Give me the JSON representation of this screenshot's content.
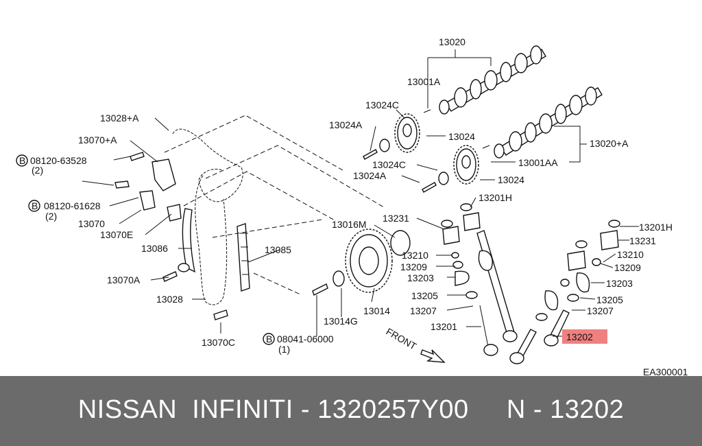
{
  "diagram": {
    "ref_code": "EA300001",
    "front_label": "FRONT",
    "highlight_color": "#f08080",
    "labels": {
      "p13020": "13020",
      "p13001A": "13001A",
      "p13024C_a": "13024C",
      "p13024A_a": "13024A",
      "p13024_a": "13024",
      "p13020A": "13020+A",
      "p13024C_b": "13024C",
      "p13024A_b": "13024A",
      "p13001AA": "13001AA",
      "p13024_b": "13024",
      "p13028A": "13028+A",
      "p13070A_top": "13070+A",
      "p08120_63528": "08120-63528",
      "q2_a": "(2)",
      "p08120_61628": "08120-61628",
      "q2_b": "(2)",
      "p13070": "13070",
      "p13070E": "13070E",
      "p13086": "13086",
      "p13070A": "13070A",
      "p13028": "13028",
      "p13070C": "13070C",
      "p13085": "13085",
      "p13016M": "13016M",
      "p13231_a": "13231",
      "p13201H_a": "13201H",
      "p13210_a": "13210",
      "p13209_a": "13209",
      "p13203_a": "13203",
      "p13205_a": "13205",
      "p13207_a": "13207",
      "p13201": "13201",
      "p13014": "13014",
      "p13014G": "13014G",
      "p08041_06000": "08041-06000",
      "q1": "(1)",
      "p13201H_b": "13201H",
      "p13231_b": "13231",
      "p13210_b": "13210",
      "p13209_b": "13209",
      "p13203_b": "13203",
      "p13205_b": "13205",
      "p13207_b": "13207",
      "p13202": "13202",
      "b_mark_a": "B",
      "b_mark_b": "B",
      "b_mark_c": "B"
    }
  },
  "footer": {
    "text": "NISSAN  INFINITI - 1320257Y00     N - 13202"
  }
}
